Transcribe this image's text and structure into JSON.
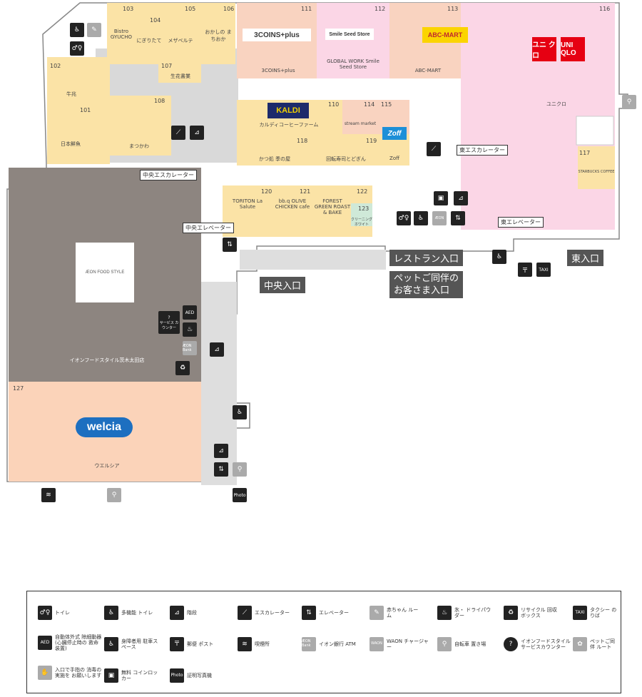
{
  "shops": [
    {
      "num": "103",
      "name": "Bistro GYUCHO"
    },
    {
      "num": "104",
      "name": "にぎりたて"
    },
    {
      "num": "105",
      "name": "メザベルテ"
    },
    {
      "num": "106",
      "name": "おかしの まちおか"
    },
    {
      "num": "111",
      "name": "3COINS+plus",
      "logo": "3COINS+plus"
    },
    {
      "num": "112",
      "name": "GLOBAL WORK Smile Seed Store",
      "logo": "Smile Seed Store"
    },
    {
      "num": "113",
      "name": "ABC-MART",
      "logo": "ABC-MART"
    },
    {
      "num": "116",
      "name": "ユニクロ",
      "logo": [
        "ユニ クロ",
        "UNI QLO"
      ]
    },
    {
      "num": "102",
      "name": "牛兆"
    },
    {
      "num": "101",
      "name": "日本鮮魚"
    },
    {
      "num": "107",
      "name": "生花書業"
    },
    {
      "num": "108",
      "name": "まつかわ"
    },
    {
      "num": "110",
      "name": "カルディコーヒーファーム",
      "logo": "KALDI"
    },
    {
      "num": "114",
      "name": "stream market"
    },
    {
      "num": "115",
      "name": "Zoff",
      "logo": "Zoff"
    },
    {
      "num": "118",
      "name": "かつ処 季の屋"
    },
    {
      "num": "119",
      "name": "回転寿司とどぎん"
    },
    {
      "num": "117",
      "name": "STARBUCKS COFFEE"
    },
    {
      "num": "120",
      "name": "TORITON La Salute"
    },
    {
      "num": "121",
      "name": "bb.q OLIVE CHICKEN cafe"
    },
    {
      "num": "122",
      "name": "FOREST GREEN ROAST & BAKE"
    },
    {
      "num": "123",
      "name": "クリーニング ホワイト"
    },
    {
      "num": "127",
      "name": "ウエルシア",
      "logo": "welcia"
    }
  ],
  "aeon": {
    "logo": "ÆON FOOD STYLE",
    "name": "イオンフードスタイル茨木太田店"
  },
  "callouts": {
    "central_escalator": "中央エスカレーター",
    "east_escalator": "東エスカレーター",
    "central_elevator": "中央エレベーター",
    "east_elevator": "東エレベーター",
    "service_counter": "サービス カウンター"
  },
  "entrances": {
    "central": "中央入口",
    "east": "東入口",
    "restaurant": "レストラン入口",
    "pet": [
      "ペットご同伴の",
      "お客さま入口"
    ]
  },
  "legend": [
    {
      "icon": "toilet-icon",
      "label": "トイレ"
    },
    {
      "icon": "multipurpose-toilet-icon",
      "label": "多機能 トイレ"
    },
    {
      "icon": "stairs-icon",
      "label": "階段"
    },
    {
      "icon": "escalator-icon",
      "label": "エスカレーター"
    },
    {
      "icon": "elevator-icon",
      "label": "エレベーター"
    },
    {
      "icon": "baby-room-icon",
      "label": "赤ちゃん ルーム"
    },
    {
      "icon": "ice-icon",
      "label": "氷・ ドライパウダー"
    },
    {
      "icon": "recycle-icon",
      "label": "リサイクル 回収ボックス"
    },
    {
      "icon": "taxi-icon",
      "label": "タクシー のりば"
    },
    {
      "icon": "aed-icon",
      "label": "自動体外式 除細動器 (心臓停止時の 救命装置)"
    },
    {
      "icon": "disabled-parking-icon",
      "label": "身障者用 駐車スペース"
    },
    {
      "icon": "post-icon",
      "label": "郵便 ポスト"
    },
    {
      "icon": "smoking-icon",
      "label": "喫煙所"
    },
    {
      "icon": "aeon-bank-atm-icon",
      "label": "イオン銀行 ATM"
    },
    {
      "icon": "waon-charger-icon",
      "label": "WAON チャージャー"
    },
    {
      "icon": "bicycle-icon",
      "label": "自転車 置き場"
    },
    {
      "icon": "service-counter-icon",
      "label": "イオンフードスタイル サービスカウンター"
    },
    {
      "icon": "pet-route-icon",
      "label": "ペットご同伴 ルート"
    },
    {
      "icon": "disinfect-icon",
      "label": "入口で手指の 消毒の実施を お願いします"
    },
    {
      "icon": "locker-icon",
      "label": "無料 コインロッカー"
    },
    {
      "icon": "photo-booth-icon",
      "label": "証明写真機"
    }
  ],
  "icon_glyphs": {
    "aed": "AED",
    "taxi": "TAXI",
    "photo": "Photo",
    "aeon_bank": "ÆON Bank",
    "waon": "WAON",
    "service": "?"
  },
  "colors": {
    "food": "#fbe3a6",
    "fashion": "#f9d3c0",
    "uniqlo": "#fbd6e6",
    "aeon": "#8d8580",
    "welcia": "#fbd3b9",
    "corridor": "#dedede",
    "entrance": "#595959"
  }
}
